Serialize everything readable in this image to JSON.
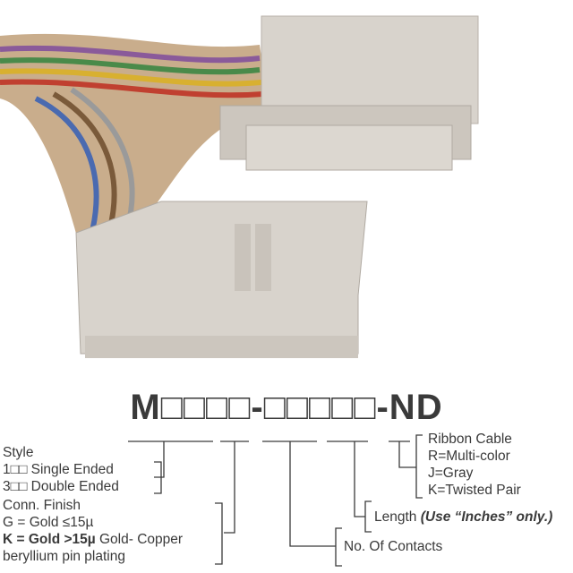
{
  "part_number": "M□□□□-□□□□□-ND",
  "style": {
    "heading": "Style",
    "options": [
      "1□□ Single Ended",
      "3□□ Double Ended"
    ]
  },
  "finish": {
    "heading": "Conn. Finish",
    "g": "G = Gold ≤15µ",
    "k_bold": "K = Gold >15µ",
    "k_rest": " Gold- Copper",
    "k_line2": "beryllium pin plating"
  },
  "contacts": "No. Of Contacts",
  "length": {
    "label": "Length ",
    "note": "(Use “Inches” only.)"
  },
  "ribbon": {
    "heading": "Ribbon Cable",
    "options": [
      "R=Multi-color",
      "J=Gray",
      "K=Twisted Pair"
    ]
  },
  "colors": {
    "text": "#3a3a3a",
    "connector": "#d8d3cc",
    "cable_tan": "#c9ad8c"
  }
}
